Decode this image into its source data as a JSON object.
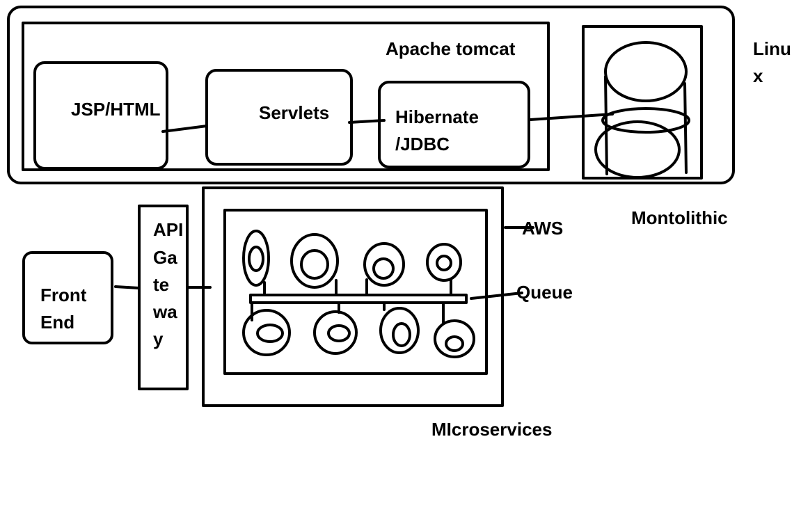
{
  "monolithic": {
    "container_label": "Apache tomcat",
    "os_label_line1": "Linu",
    "os_label_line2": "x",
    "jsp_label": "JSP/HTML",
    "servlets_label": "Servlets",
    "hibernate_line1": "Hibernate",
    "hibernate_line2": "/JDBC",
    "section_label": "Montolithic"
  },
  "microservices": {
    "frontend_line1": "Front",
    "frontend_line2": "End",
    "gateway_lines": [
      "API",
      "Ga",
      "te",
      "wa",
      "y"
    ],
    "cloud_label": "AWS",
    "queue_label": "Queue",
    "section_label": "MIcroservices"
  },
  "colors": {
    "stroke": "#000000",
    "background": "#ffffff"
  }
}
